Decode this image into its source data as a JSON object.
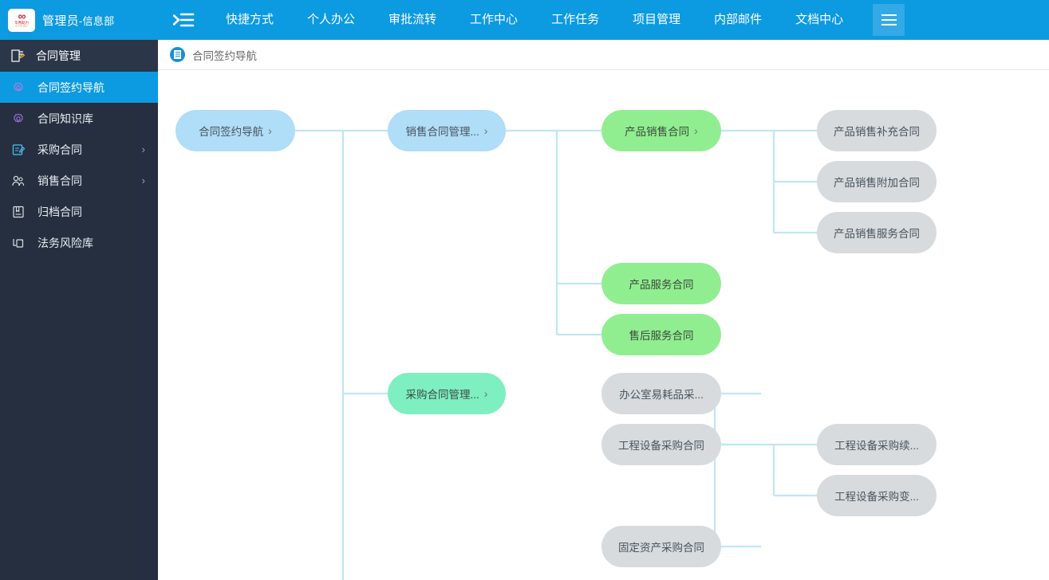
{
  "brand": {
    "logo_infinity": "∞",
    "logo_sub": "华秀助力",
    "logo_sub2": "ELITE AID",
    "user": "管理员",
    "dept": "-信息部"
  },
  "sidebar": {
    "section": {
      "icon": "contract-icon",
      "label": "合同管理"
    },
    "items": [
      {
        "icon": "gear-icon",
        "label": "合同签约导航",
        "active": true,
        "chevron": ""
      },
      {
        "icon": "gear-icon",
        "label": "合同知识库",
        "active": false,
        "chevron": ""
      },
      {
        "icon": "edit-doc-icon",
        "label": "采购合同",
        "active": false,
        "chevron": "›"
      },
      {
        "icon": "people-icon",
        "label": "销售合同",
        "active": false,
        "chevron": "›"
      },
      {
        "icon": "archive-icon",
        "label": "归档合同",
        "active": false,
        "chevron": ""
      },
      {
        "icon": "law-icon",
        "label": "法务风险库",
        "active": false,
        "chevron": ""
      }
    ]
  },
  "topnav": {
    "toggle_icon": "collapse-menu-icon",
    "items": [
      "快捷方式",
      "个人办公",
      "审批流转",
      "工作中心",
      "工作任务",
      "项目管理",
      "内部邮件",
      "文档中心"
    ],
    "burger_icon": "hamburger-icon"
  },
  "breadcrumb": {
    "icon": "page-icon",
    "text": "合同签约导航"
  },
  "flow": {
    "root": {
      "label": "合同签约导航",
      "chevron": "›",
      "color": "#b0ddf7"
    },
    "level1": [
      {
        "label": "销售合同管理...",
        "chevron": "›",
        "color": "#b0ddf7"
      },
      {
        "label": "采购合同管理...",
        "chevron": "›",
        "color": "#7defc0"
      }
    ],
    "level2": [
      {
        "label": "产品销售合同",
        "chevron": "›",
        "color": "#90ee90"
      },
      {
        "label": "产品服务合同",
        "chevron": "",
        "color": "#90ee90"
      },
      {
        "label": "售后服务合同",
        "chevron": "",
        "color": "#90ee90"
      },
      {
        "label": "办公室易耗品采...",
        "chevron": "",
        "color": "#d7dbdd"
      },
      {
        "label": "工程设备采购合同",
        "chevron": "",
        "color": "#d7dbdd"
      },
      {
        "label": "固定资产采购合同",
        "chevron": "",
        "color": "#d7dbdd"
      }
    ],
    "level3": [
      {
        "label": "产品销售补充合同",
        "color": "#d7dbdd"
      },
      {
        "label": "产品销售附加合同",
        "color": "#d7dbdd"
      },
      {
        "label": "产品销售服务合同",
        "color": "#d7dbdd"
      },
      {
        "label": "工程设备采购续...",
        "color": "#d7dbdd"
      },
      {
        "label": "工程设备采购变...",
        "color": "#d7dbdd"
      }
    ],
    "connector_color": "#bfe5f8"
  }
}
